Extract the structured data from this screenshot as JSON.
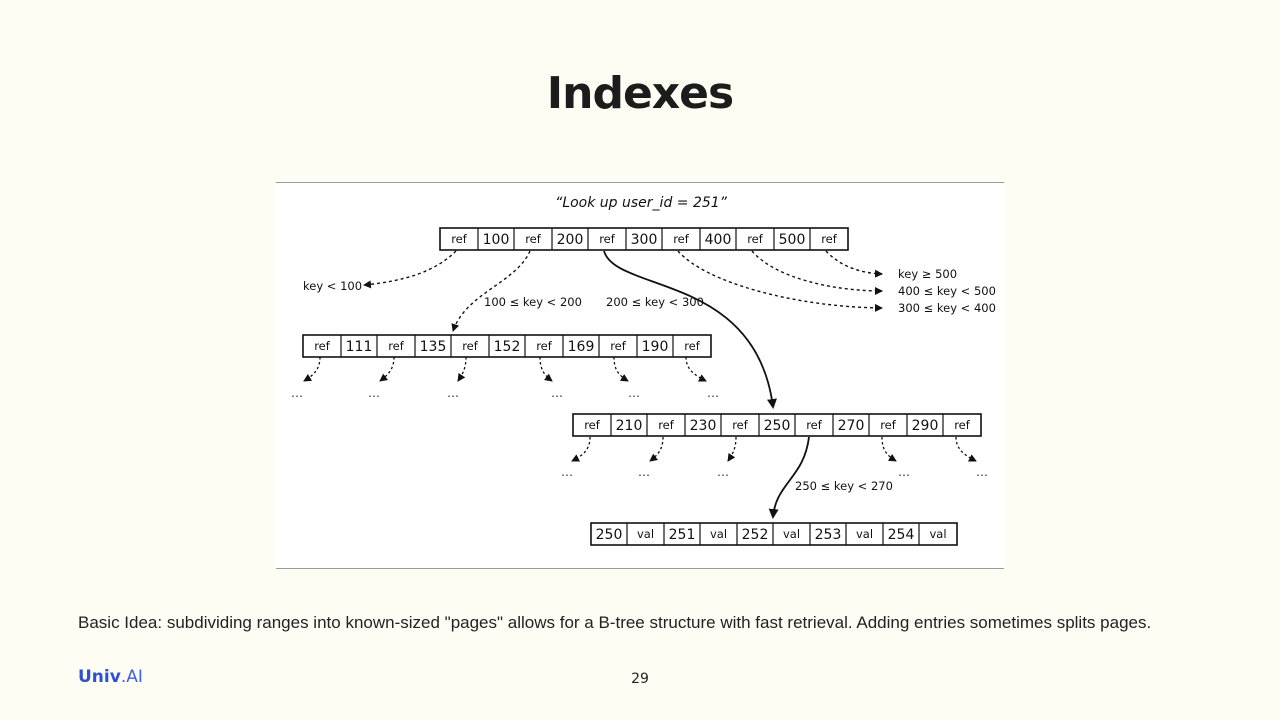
{
  "slide": {
    "title": "Indexes",
    "caption": "Basic Idea: subdividing ranges into known-sized \"pages\" allows for a B-tree structure with fast retrieval. Adding entries sometimes splits pages.",
    "logo_main": "Univ",
    "logo_ai": ".AI",
    "page_number": "29"
  },
  "diagram": {
    "query": "“Look up user_id = 251”",
    "root_cells": [
      "ref",
      "100",
      "ref",
      "200",
      "ref",
      "300",
      "ref",
      "400",
      "ref",
      "500",
      "ref"
    ],
    "left_cells": [
      "ref",
      "111",
      "ref",
      "135",
      "ref",
      "152",
      "ref",
      "169",
      "ref",
      "190",
      "ref"
    ],
    "mid_cells": [
      "ref",
      "210",
      "ref",
      "230",
      "ref",
      "250",
      "ref",
      "270",
      "ref",
      "290",
      "ref"
    ],
    "leaf_cells": [
      "250",
      "val",
      "251",
      "val",
      "252",
      "val",
      "253",
      "val",
      "254",
      "val"
    ],
    "labels": {
      "lt100": "key < 100",
      "r100_200": "100 ≤ key < 200",
      "r200_300": "200 ≤ key < 300",
      "ge500": "key ≥ 500",
      "r400_500": "400 ≤ key < 500",
      "r300_400": "300 ≤ key < 400",
      "r250_270": "250 ≤ key < 270"
    },
    "ellipsis": "…"
  }
}
